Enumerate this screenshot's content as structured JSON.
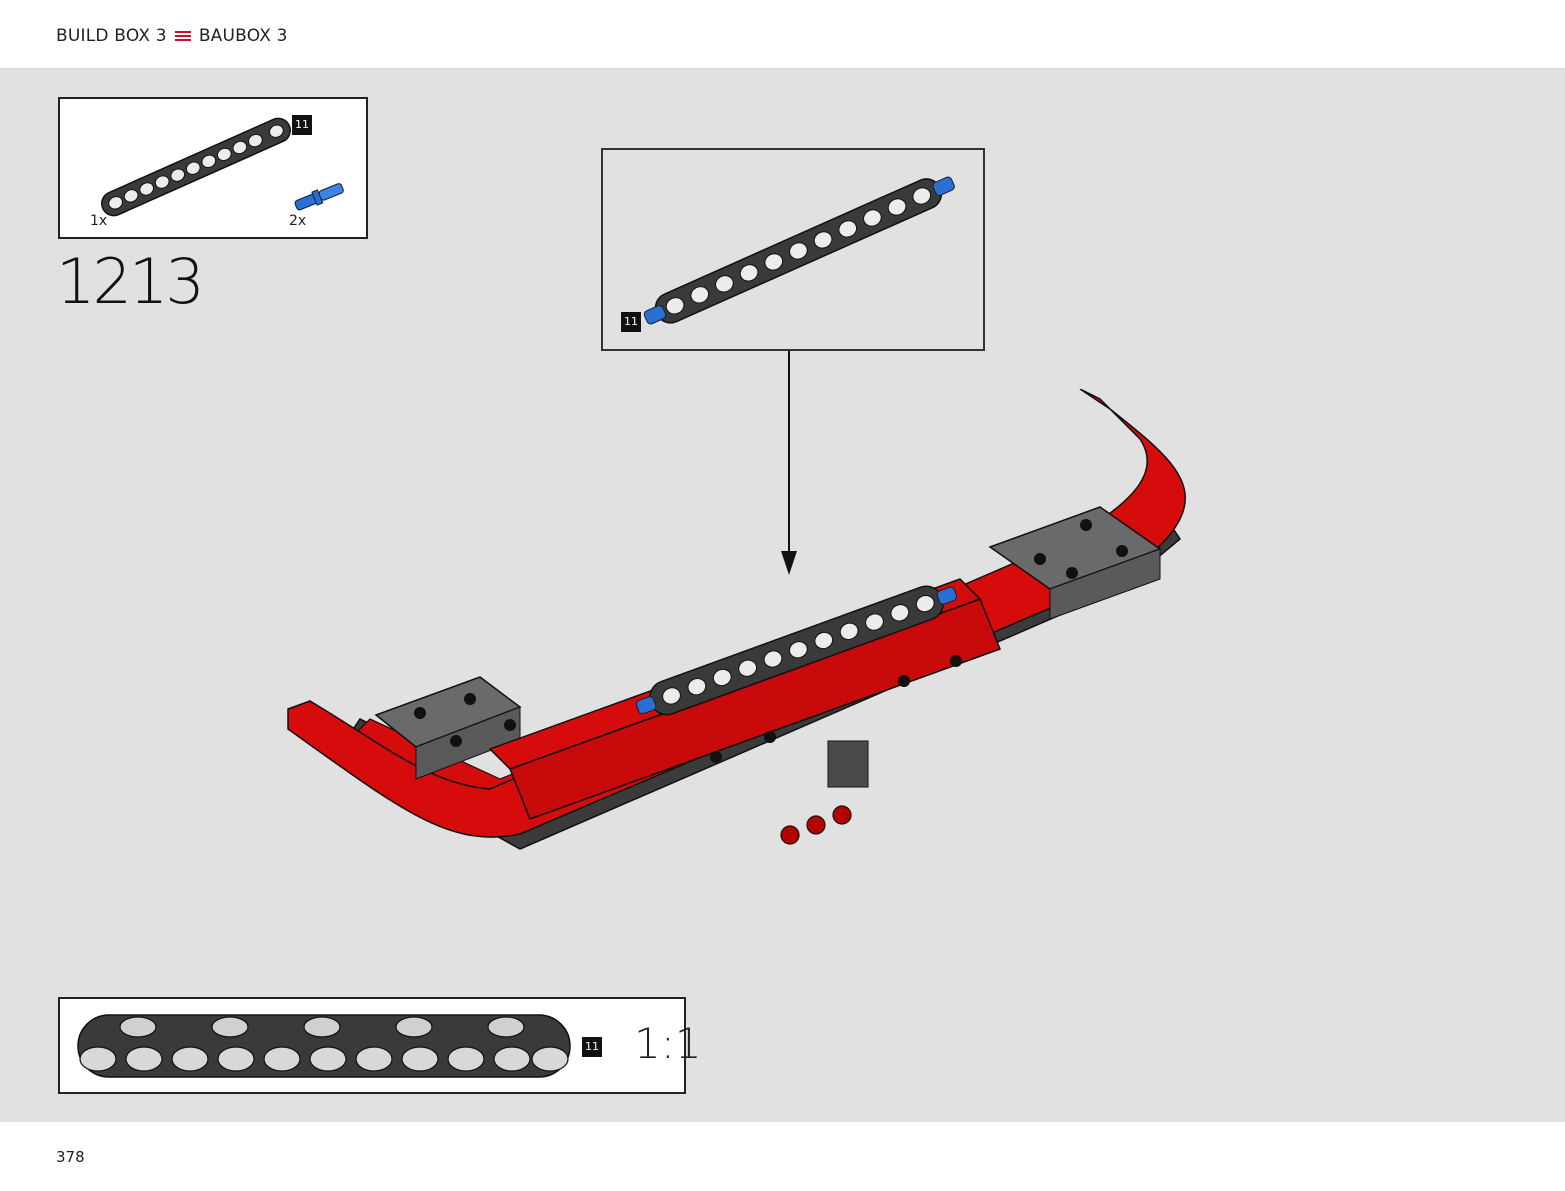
{
  "header": {
    "left_label": "BUILD BOX 3",
    "menu_icon": "menu-icon",
    "right_label": "BAUBOX 3",
    "accent_color": "#c8102e"
  },
  "parts_list": {
    "items": [
      {
        "part": "technic-beam-icon",
        "qty": "1x",
        "length_badge": "11"
      },
      {
        "part": "blue-pin-icon",
        "qty": "2x"
      }
    ]
  },
  "step": {
    "number": "1213"
  },
  "subassembly": {
    "badge": "11",
    "pin_color": "#2a6fd1"
  },
  "scale_reference": {
    "badge": "11",
    "label": "1:1"
  },
  "model": {
    "primary_color": "#d60c0c",
    "secondary_color": "#5c5c5c"
  },
  "footer": {
    "page_number": "378"
  }
}
